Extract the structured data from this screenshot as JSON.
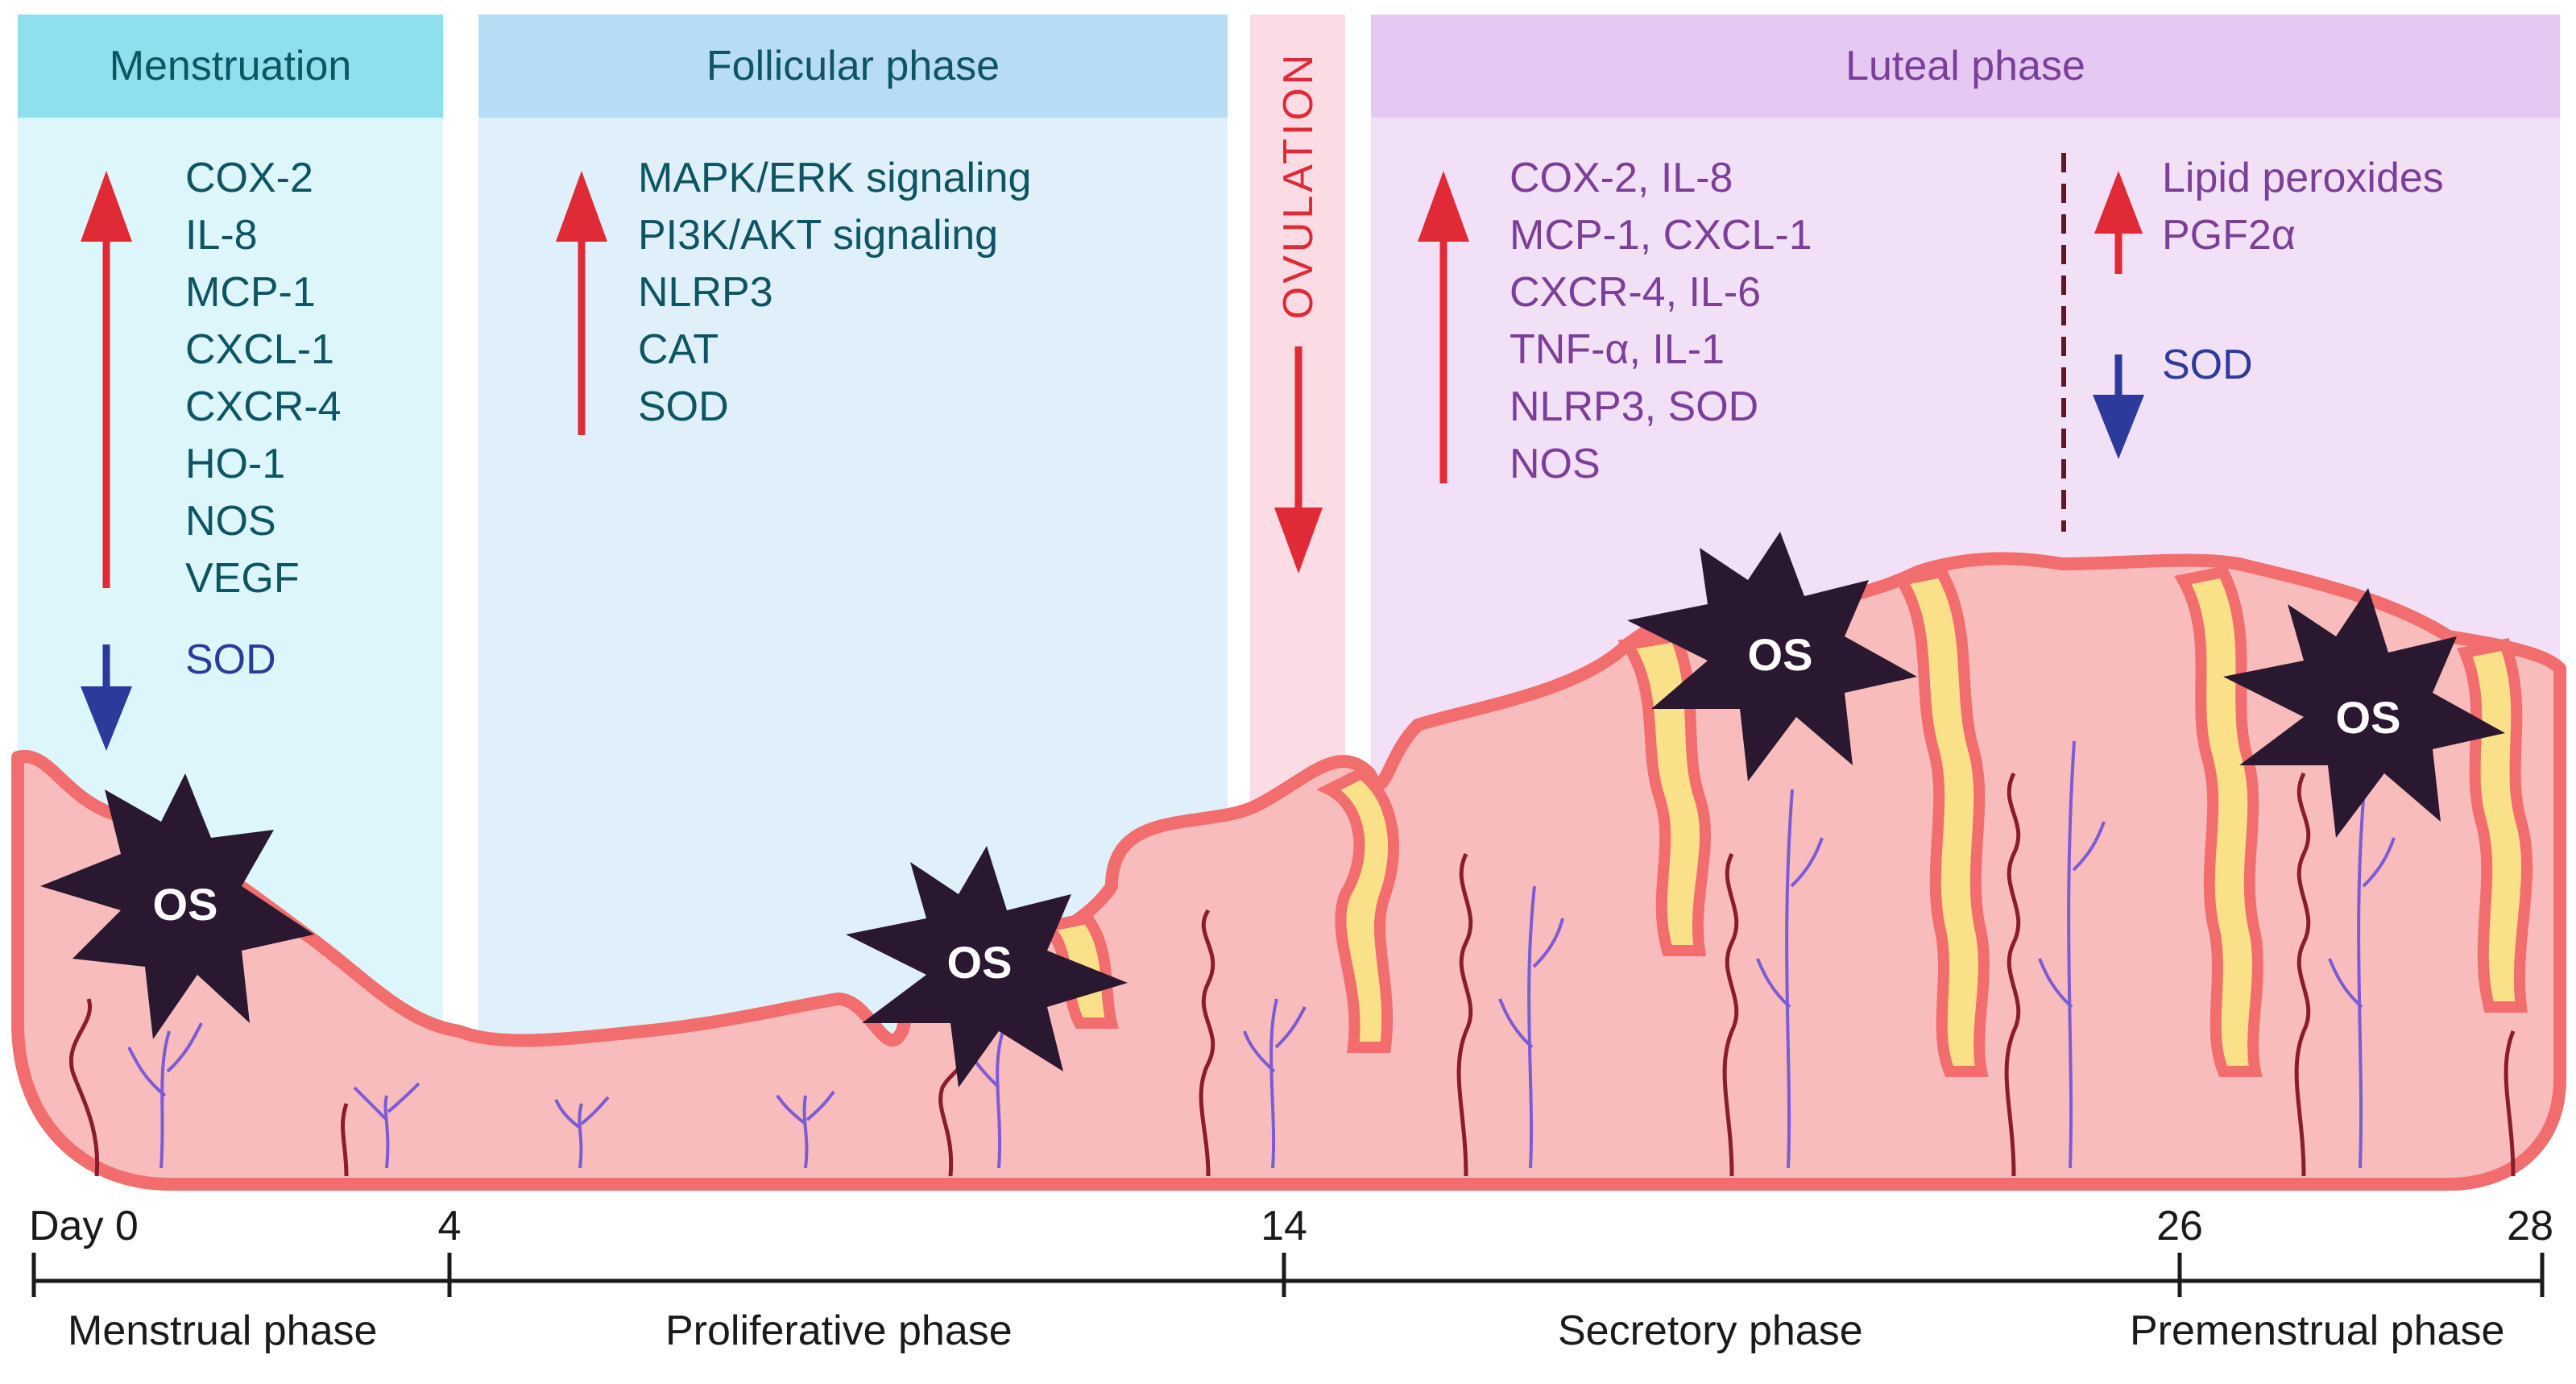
{
  "panels": {
    "menstruation": {
      "title": "Menstruation",
      "up": [
        "COX-2",
        "IL-8",
        "MCP-1",
        "CXCL-1",
        "CXCR-4",
        "HO-1",
        "NOS",
        "VEGF"
      ],
      "down": [
        "SOD"
      ]
    },
    "follicular": {
      "title": "Follicular phase",
      "up": [
        "MAPK/ERK signaling",
        "PI3K/AKT signaling",
        "NLRP3",
        "CAT",
        "SOD"
      ]
    },
    "ovulation": {
      "title": "OVULATION"
    },
    "luteal": {
      "title": "Luteal phase",
      "up": [
        "COX-2, IL-8",
        "MCP-1, CXCL-1",
        "CXCR-4, IL-6",
        "TNF-α, IL-1",
        "NLRP3, SOD",
        "NOS"
      ],
      "late_up": [
        "Lipid peroxides",
        "PGF2α"
      ],
      "late_down": [
        "SOD"
      ]
    }
  },
  "stress_label": "OS",
  "timeline": {
    "ticks": [
      "Day 0",
      "4",
      "14",
      "26",
      "28"
    ],
    "phases": [
      "Menstrual phase",
      "Proliferative phase",
      "Secretory phase",
      "Premenstrual phase"
    ]
  },
  "colors": {
    "menstruation_bg": "#dcf6fb",
    "menstruation_header": "#8fe0ef",
    "follicular_bg": "#dff0fb",
    "follicular_header": "#b7dcf5",
    "ovulation_bg": "#fbdbe4",
    "luteal_bg": "#f2e0f7",
    "luteal_header": "#e6c9f2",
    "tissue": "#f9bcbc",
    "tissue_border": "#f26d6d",
    "gland_fill": "#fbe08a",
    "up_arrow": "#e02a36",
    "down_arrow": "#2b3a9b",
    "os_star": "#2a1730"
  }
}
